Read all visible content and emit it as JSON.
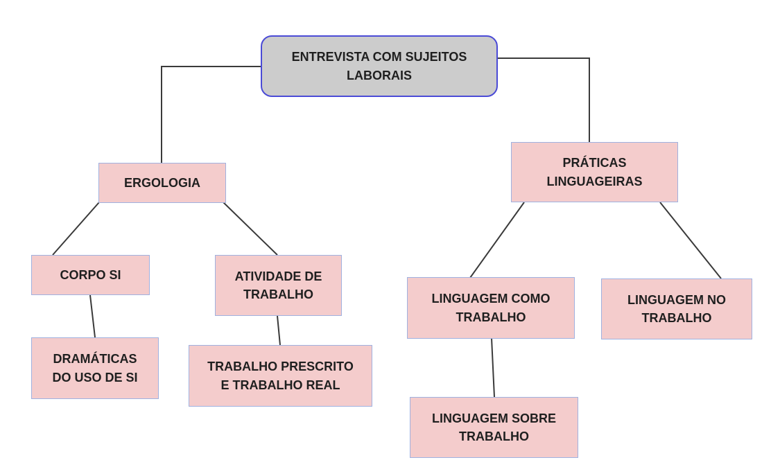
{
  "diagram": {
    "root": {
      "label": "ENTREVISTA COM SUJEITOS\nLABORAIS"
    },
    "nodes": {
      "ergologia": {
        "label": "ERGOLOGIA"
      },
      "praticas": {
        "label": "PRÁTICAS\nLINGUAGEIRAS"
      },
      "corpo_si": {
        "label": "CORPO SI"
      },
      "atividade": {
        "label": "ATIVIDADE DE\nTRABALHO"
      },
      "dramaticas": {
        "label": "DRAMÁTICAS\nDO USO DE SI"
      },
      "prescrito": {
        "label": "TRABALHO PRESCRITO\nE TRABALHO REAL"
      },
      "ling_como": {
        "label": "LINGUAGEM COMO\nTRABALHO"
      },
      "ling_no": {
        "label": "LINGUAGEM NO\nTRABALHO"
      },
      "ling_sobre": {
        "label": "LINGUAGEM SOBRE\nTRABALHO"
      }
    }
  }
}
